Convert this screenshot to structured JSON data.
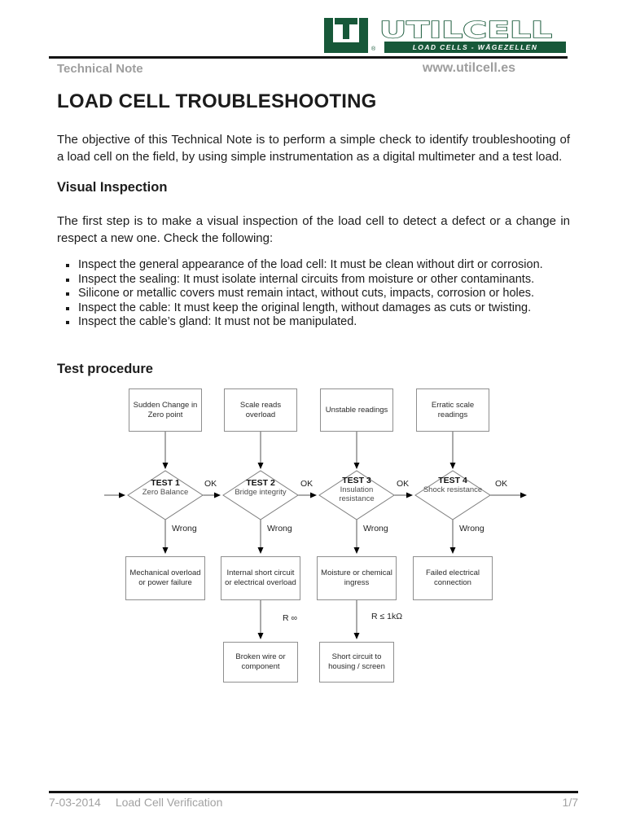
{
  "page": {
    "header": {
      "doc_type_label": "Technical Note",
      "website": "www.utilcell.es",
      "logo": {
        "brand": "UTILCELL",
        "registered_mark": "®",
        "tagline": "LOAD CELLS - WÄGEZELLEN",
        "brand_color": "#175839"
      }
    },
    "title": "LOAD CELL TROUBLESHOOTING",
    "intro": "The objective of this Technical Note is to perform a simple check to identify troubleshooting of a load cell on the field, by using simple instrumentation as a digital multimeter and a test load.",
    "visual_inspection": {
      "heading": "Visual Inspection",
      "body": "The first step is to make a visual inspection of the load cell to detect a defect or a change in respect a new one. Check the following:",
      "bullets": [
        "Inspect the general appearance of the load cell: It must be clean without dirt or corrosion.",
        "Inspect the sealing: It must isolate internal circuits from moisture or other contaminants.",
        "Silicone or metallic covers must remain intact, without cuts, impacts, corrosion or holes.",
        "Inspect the cable: It must keep the original length, without damages as cuts or twisting.",
        "Inspect the cable’s gland: It must not be manipulated."
      ]
    },
    "test_procedure": {
      "heading": "Test procedure"
    },
    "footer": {
      "date": "7-03-2014",
      "doc_name": "Load Cell Verification",
      "page_number": "1/7"
    }
  },
  "flowchart": {
    "columns": [
      {
        "symptom": "Sudden Change in Zero point",
        "test": "TEST 1",
        "test_subtitle": "Zero Balance",
        "ok": "OK",
        "wrong": "Wrong",
        "diagnosis": "Mechanical overload or power failure"
      },
      {
        "symptom": "Scale reads overload",
        "test": "TEST 2",
        "test_subtitle": "Bridge integrity",
        "ok": "OK",
        "wrong": "Wrong",
        "diagnosis": "Internal short circuit or electrical overload",
        "condition": "R ∞",
        "followup": "Broken wire or component"
      },
      {
        "symptom": "Unstable readings",
        "test": "TEST 3",
        "test_subtitle": "Insulation resistance",
        "ok": "OK",
        "wrong": "Wrong",
        "diagnosis": "Moisture or chemical ingress",
        "condition": "R ≤ 1kΩ",
        "followup": "Short circuit to housing / screen"
      },
      {
        "symptom": "Erratic scale readings",
        "test": "TEST 4",
        "test_subtitle": "Shock resistance",
        "ok": "OK",
        "wrong": "Wrong",
        "diagnosis": "Failed electrical connection"
      }
    ]
  }
}
